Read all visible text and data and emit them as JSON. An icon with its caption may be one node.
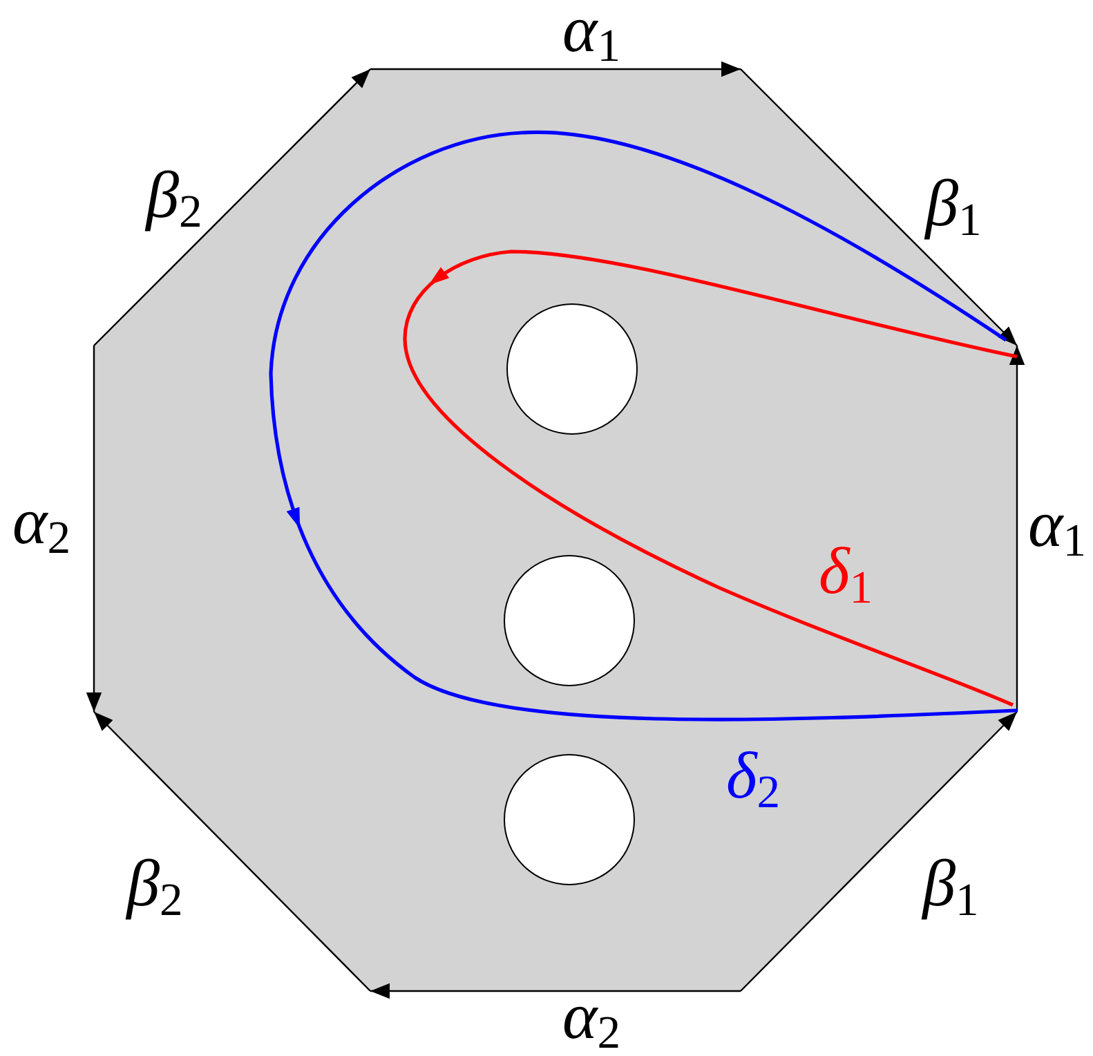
{
  "diagram": {
    "labels": [
      "α$_{1}$",
      "β$_{2}$",
      "β$_{1}$",
      "α$_{2}$",
      "α$_{1}$",
      "δ$_{1}$",
      "δ$_{2}$",
      "β$_{2}$",
      "β$_{1}$",
      "α$_{2}$"
    ]
  }
}
